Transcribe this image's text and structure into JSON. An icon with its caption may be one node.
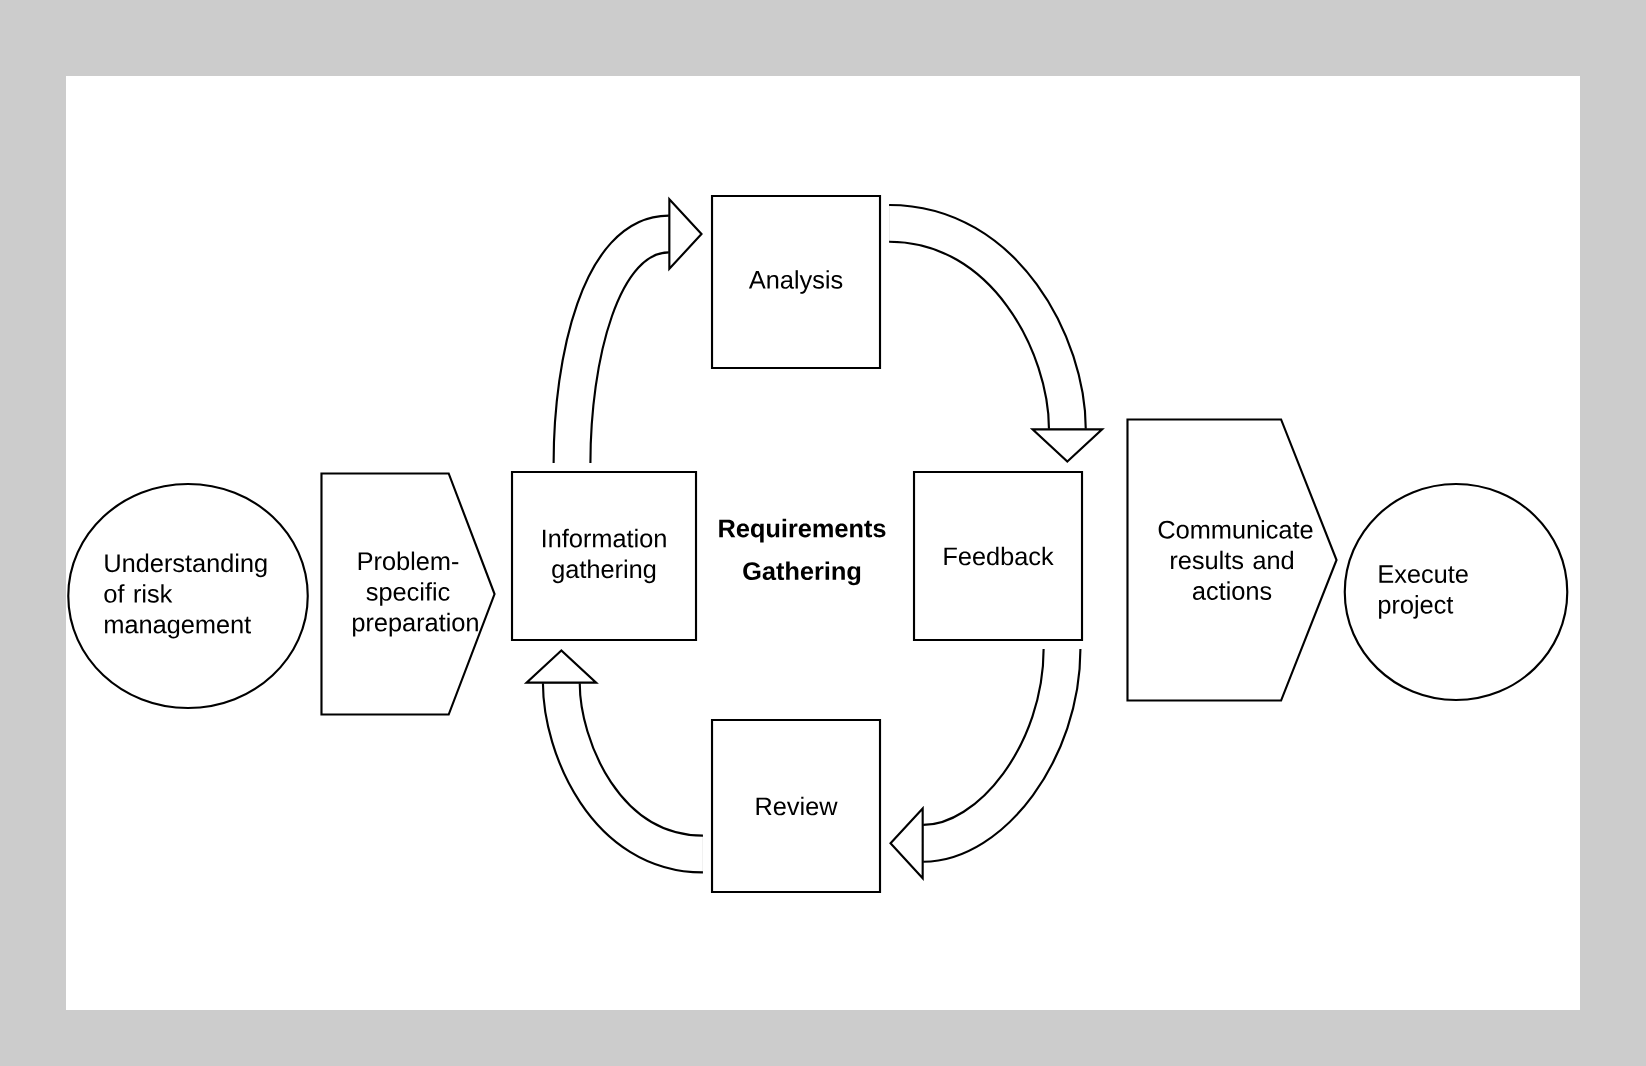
{
  "diagram": {
    "nodes": [
      {
        "text": [
          "Understanding of risk management"
        ]
      },
      {
        "text": [
          "Problem-specific preparation"
        ]
      },
      {
        "text": [
          "Information gathering"
        ]
      },
      {
        "text": [
          "Analysis"
        ]
      },
      {
        "text": [
          "Feedback"
        ]
      },
      {
        "text": [
          "Review"
        ]
      },
      {
        "text": [
          "Communicate results and actions"
        ]
      },
      {
        "text": [
          "Execute project"
        ]
      }
    ],
    "edges": [
      {
        "from": 2,
        "to": 3,
        "arrow": "to"
      },
      {
        "from": 3,
        "to": 4,
        "arrow": "to"
      },
      {
        "from": 4,
        "to": 5,
        "arrow": "to"
      },
      {
        "from": 5,
        "to": 2,
        "arrow": "to"
      }
    ],
    "labels": [
      "Requirements Gathering"
    ]
  }
}
